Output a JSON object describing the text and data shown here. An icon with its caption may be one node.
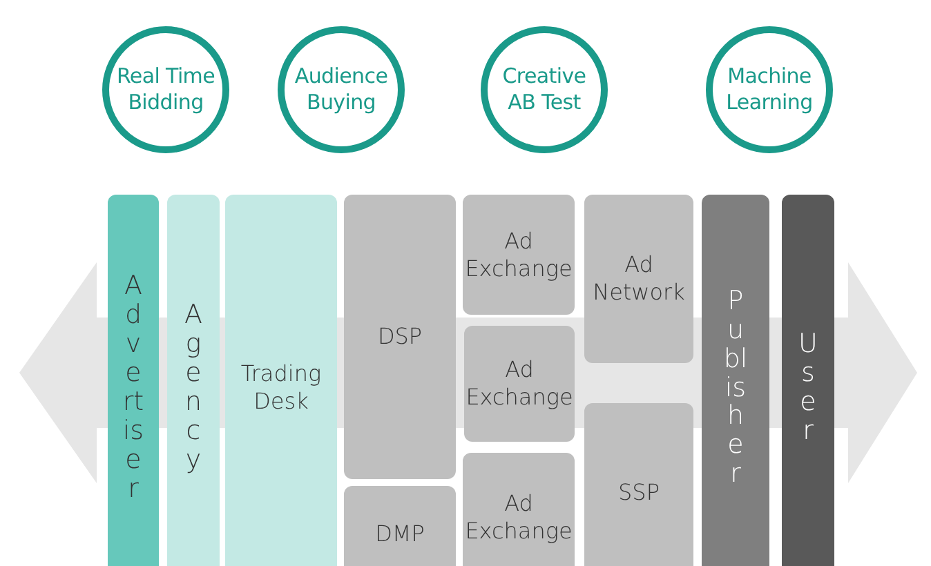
{
  "diagram": {
    "nodes": [
      {
        "text": [
          "Real Time Bidding"
        ]
      },
      {
        "text": [
          "Audience Buying"
        ]
      },
      {
        "text": [
          "Creative AB Test"
        ]
      },
      {
        "text": [
          "Machine Learning"
        ]
      },
      {
        "text": [
          "Advertiser"
        ]
      },
      {
        "text": [
          "Agency"
        ]
      },
      {
        "text": [
          "Trading Desk"
        ]
      },
      {
        "text": [
          "DSP"
        ]
      },
      {
        "text": [
          "DMP"
        ]
      },
      {
        "text": [
          "Ad Exchange"
        ]
      },
      {
        "text": [
          "Ad Exchange"
        ]
      },
      {
        "text": [
          "Ad Exchange"
        ]
      },
      {
        "text": [
          "Ad Network"
        ]
      },
      {
        "text": [
          "SSP"
        ]
      },
      {
        "text": [
          "Publisher"
        ]
      },
      {
        "text": [
          "User"
        ]
      }
    ]
  }
}
